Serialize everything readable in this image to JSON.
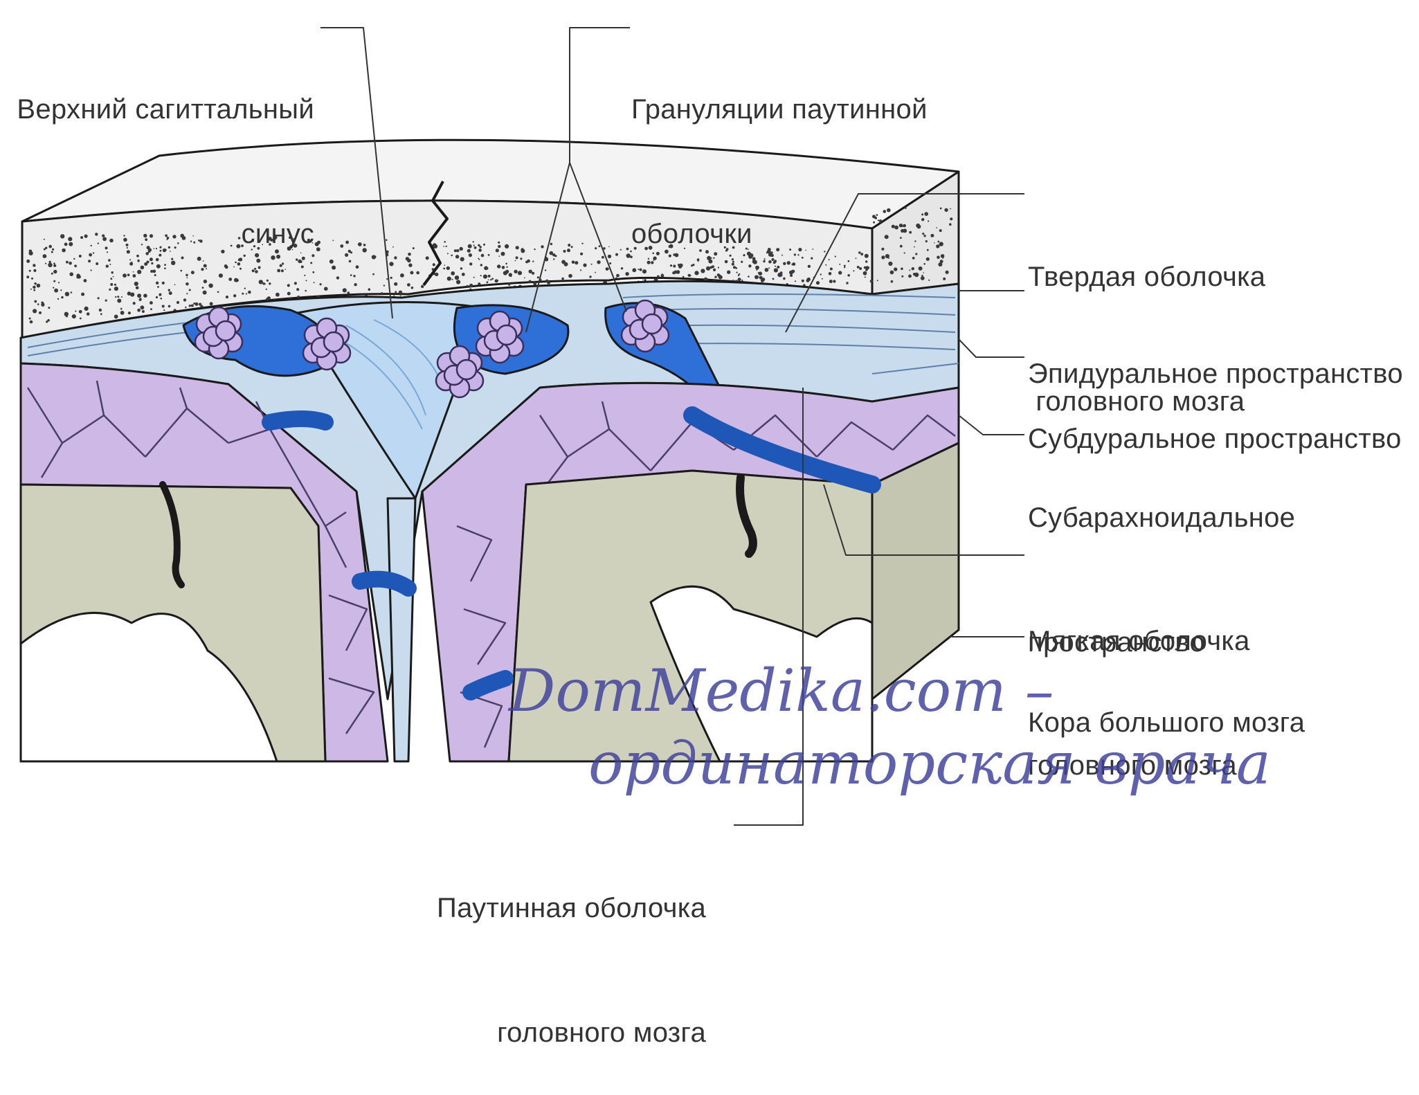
{
  "labels": {
    "superior_sagittal_sinus": [
      "Верхний сагиттальный",
      "синус"
    ],
    "arachnoid_granulations": [
      "Грануляции паутинной",
      "оболочки"
    ],
    "dura_mater": [
      "Твердая оболочка",
      " головного мозга"
    ],
    "epidural_space": "Эпидуральное пространство",
    "subdural_space": "Субдуральное пространство",
    "subarachnoid_space": [
      "Субарахноидальное",
      "пространство"
    ],
    "pia_mater": [
      "Мягкая оболочка",
      "головного мозга"
    ],
    "cerebral_cortex": "Кора большого мозга",
    "arachnoid_mater": [
      "Паутинная оболочка",
      "головного мозга"
    ]
  },
  "watermark": {
    "line1": "DomMedika.com –",
    "line2": "ординаторская врача"
  },
  "colors": {
    "skull": "#f2f2f2",
    "bone_speckle": "#3a3a3a",
    "dura": "#c9dcee",
    "sinus": "#2f6fd8",
    "sinus_light": "#bcd8f3",
    "granulation": "#c7b3e8",
    "subarachnoid": "#cdb8e6",
    "cortex": "#cfd1bd",
    "white_matter": "#ffffff",
    "outline": "#1a1a1a",
    "watermark": "#3e3f9c"
  }
}
